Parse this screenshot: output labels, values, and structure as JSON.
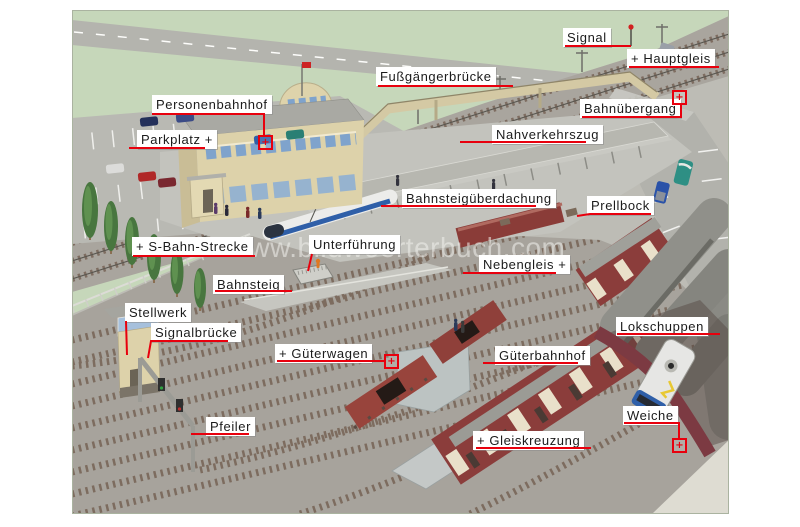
{
  "diagram": {
    "watermark": "www.bildwoerterbuch.com",
    "plus_symbol": "+",
    "labels": {
      "signal": "Signal",
      "hauptgleis": "+ Hauptgleis",
      "fussgaengerbruecke": "Fußgängerbrücke",
      "personenbahnhof": "Personenbahnhof",
      "bahnuebergang": "Bahnübergang",
      "parkplatz": "Parkplatz +",
      "nahverkehrszug": "Nahverkehrszug",
      "bahnsteigueberdachung": "Bahnsteigüberdachung",
      "prellbock": "Prellbock",
      "s_bahn_strecke": "+ S-Bahn-Strecke",
      "unterfuehrung": "Unterführung",
      "nebengleis": "Nebengleis +",
      "bahnsteig": "Bahnsteig",
      "stellwerk": "Stellwerk",
      "signalbruecke": "Signalbrücke",
      "gueterwagen": "+ Güterwagen",
      "gueterbahnhof": "Güterbahnhof",
      "lokschuppen": "Lokschuppen",
      "weiche": "Weiche",
      "pfeiler": "Pfeiler",
      "gleiskreuzung": "+ Gleiskreuzung"
    },
    "colors": {
      "leader_red": "#e8000d",
      "label_bg": "#ffffff",
      "label_text": "#1b1b1b",
      "field_green": "#c6d7ba",
      "ballast_gray": "#a7a39c",
      "shed_red": "#8b3d3b"
    }
  }
}
